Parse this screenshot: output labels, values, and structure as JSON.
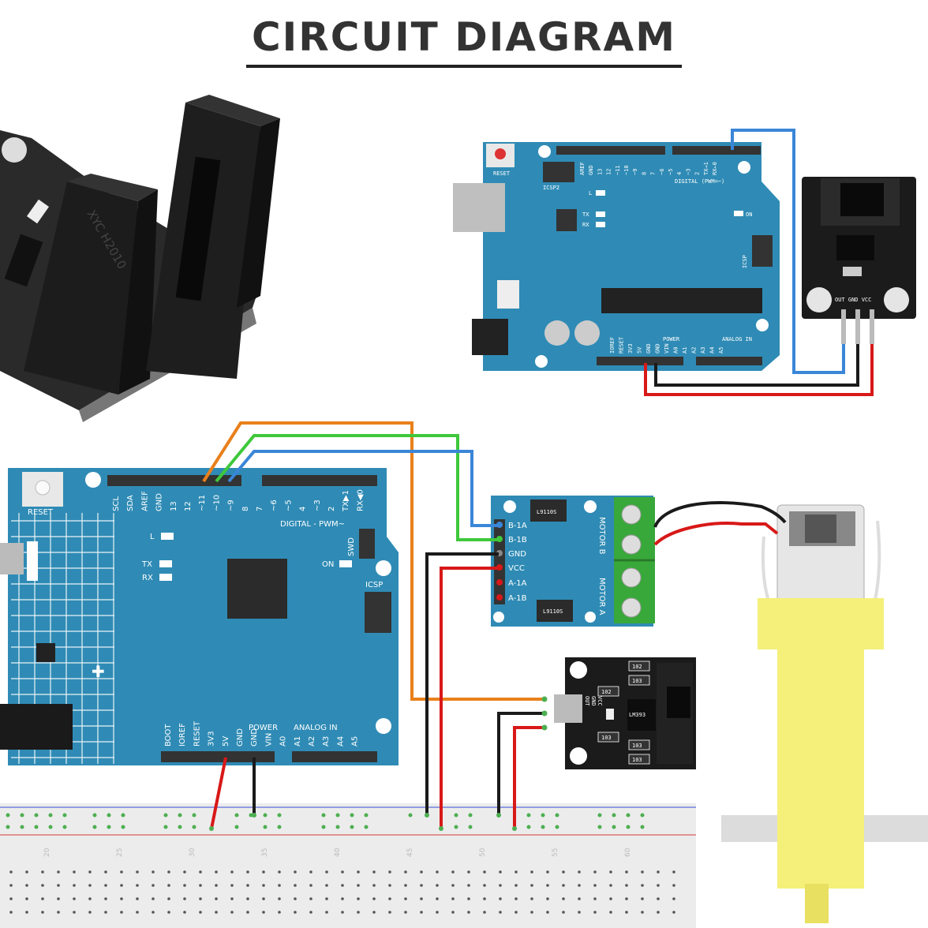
{
  "title": "CIRCUIT DIAGRAM",
  "photo_sensor": {
    "text": "XYC H2010"
  },
  "top_arduino": {
    "reset": "RESET",
    "icsp2": "ICSP2",
    "icsp": "ICSP",
    "digital": "DIGITAL (PWM=~)",
    "power": "POWER",
    "analog": "ANALOG IN",
    "led_l": "L",
    "led_tx": "TX",
    "led_rx": "RX",
    "led_on": "ON",
    "header_top": [
      "AREF",
      "GND",
      "13",
      "12",
      "~11",
      "~10",
      "~9",
      "8",
      "7",
      "~6",
      "~5",
      "4",
      "~3",
      "2",
      "TX→1",
      "RX←0"
    ],
    "header_bottom": [
      "IOREF",
      "RESET",
      "3V3",
      "5V",
      "GND",
      "GND",
      "VIN",
      "A0",
      "A1",
      "A2",
      "A3",
      "A4",
      "A5"
    ]
  },
  "top_sensor_module": {
    "pins": "OUT GND VCC"
  },
  "main_arduino": {
    "reset": "RESET",
    "digital": "DIGITAL - PWM~",
    "swd": "SWD",
    "icsp": "ICSP",
    "led_l": "L",
    "led_tx": "TX",
    "led_rx": "RX",
    "led_on": "ON",
    "power": "POWER",
    "analog": "ANALOG IN",
    "header_top": [
      "SCL",
      "SDA",
      "AREF",
      "GND",
      "13",
      "12",
      "~11",
      "~10",
      "~9",
      "8",
      "7",
      "~6",
      "~5",
      "4",
      "~3",
      "2",
      "TX▶1",
      "RX◀0"
    ],
    "header_bottom": [
      "BOOT",
      "IOREF",
      "RESET",
      "3V3",
      "5V",
      "GND",
      "GND",
      "VIN",
      "A0",
      "A1",
      "A2",
      "A3",
      "A4",
      "A5"
    ]
  },
  "motor_driver": {
    "chip1": "L9110S",
    "chip2": "L9110S",
    "pins": [
      "B-1A",
      "B-1B",
      "GND",
      "VCC",
      "A-1A",
      "A-1B"
    ],
    "motor_b": "MOTOR B",
    "motor_a": "MOTOR A"
  },
  "speed_sensor": {
    "chip": "LM393",
    "pins": [
      "OUT",
      "GND",
      "VCC"
    ],
    "resistors": [
      "102",
      "103",
      "102",
      "103",
      "103",
      "103"
    ]
  },
  "breadboard": {
    "numbers": [
      "20",
      "25",
      "30",
      "35",
      "40",
      "45",
      "50",
      "55",
      "60"
    ]
  },
  "colors": {
    "board_blue": "#2f8bb5",
    "wire_orange": "#e8801c",
    "wire_green": "#3ec83a",
    "wire_blue": "#3a86d8",
    "wire_red": "#d81818",
    "wire_black": "#1a1a1a",
    "terminal_green": "#39a83a",
    "motor_yellow": "#f4f07a"
  }
}
